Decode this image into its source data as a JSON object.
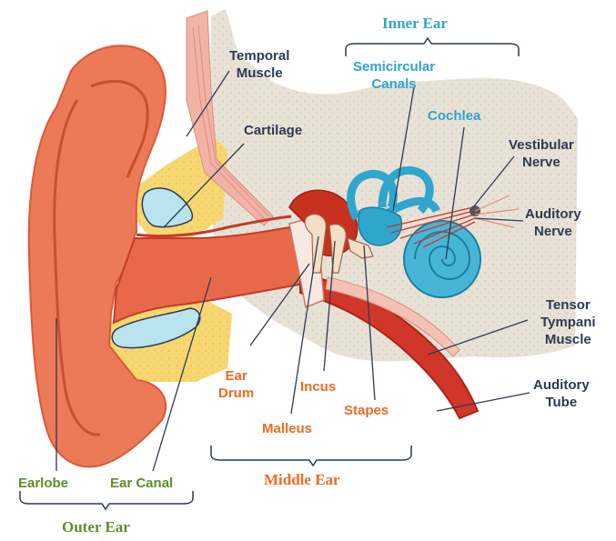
{
  "groups": {
    "inner_ear": "Inner Ear",
    "middle_ear": "Middle Ear",
    "outer_ear": "Outer Ear"
  },
  "labels": {
    "temporal_muscle": [
      "Temporal",
      "Muscle"
    ],
    "cartilage": "Cartilage",
    "semicircular_canals": [
      "Semicircular",
      "Canals"
    ],
    "cochlea": "Cochlea",
    "vestibular_nerve": [
      "Vestibular",
      "Nerve"
    ],
    "auditory_nerve": [
      "Auditory",
      "Nerve"
    ],
    "tensor_tympani_muscle": [
      "Tensor",
      "Tympani",
      "Muscle"
    ],
    "auditory_tube": [
      "Auditory",
      "Tube"
    ],
    "ear_drum": [
      "Ear",
      "Drum"
    ],
    "incus": "Incus",
    "malleus": "Malleus",
    "stapes": "Stapes",
    "earlobe": "Earlobe",
    "ear_canal": "Ear Canal"
  },
  "colors": {
    "dark_label": "#2d3a55",
    "inner_ear": "#2fa6cc",
    "middle_ear": "#ef6b21",
    "outer_ear": "#5c8f2a",
    "skin": "#ec7a57",
    "bone": "#e6dfd5",
    "fat": "#f7d774",
    "canal_red": "#d1362a"
  }
}
